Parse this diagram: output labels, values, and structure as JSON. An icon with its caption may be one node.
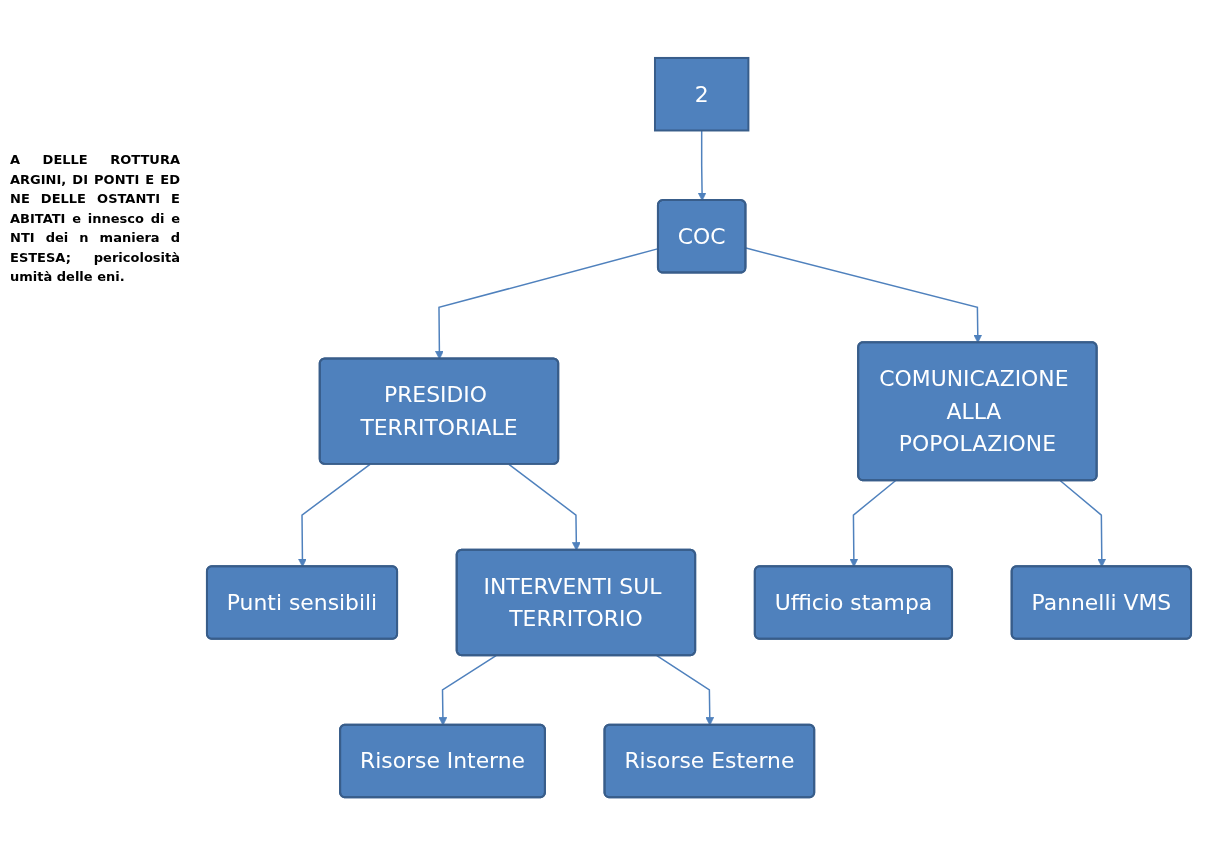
{
  "diagram": {
    "nodes": [
      {
        "text": [
          "2"
        ]
      },
      {
        "text": [
          "COC"
        ]
      },
      {
        "text": [
          "PRESIDIO TERRITORIALE"
        ]
      },
      {
        "text": [
          "COMUNICAZIONE ALLA POPOLAZIONE"
        ]
      },
      {
        "text": [
          "Punti sensibili"
        ]
      },
      {
        "text": [
          "INTERVENTI SUL TERRITORIO"
        ]
      },
      {
        "text": [
          "Ufficio stampa"
        ]
      },
      {
        "text": [
          "Pannelli VMS"
        ]
      },
      {
        "text": [
          "Risorse Interne"
        ]
      },
      {
        "text": [
          "Risorse Esterne"
        ]
      }
    ],
    "edges": [
      {
        "from": 0,
        "to": 1,
        "arrow": "to"
      },
      {
        "from": 1,
        "to": 2,
        "arrow": "to"
      },
      {
        "from": 1,
        "to": 3,
        "arrow": "to"
      },
      {
        "from": 2,
        "to": 4,
        "arrow": "to"
      },
      {
        "from": 2,
        "to": 5,
        "arrow": "to"
      },
      {
        "from": 3,
        "to": 7,
        "arrow": "to"
      },
      {
        "from": 3,
        "to": 6,
        "arrow": "to"
      },
      {
        "from": 5,
        "to": 8,
        "arrow": "to"
      },
      {
        "from": 5,
        "to": 9,
        "arrow": "to"
      }
    ],
    "labels": [
      "A DELLE ROTTURA ARGINI, DI PONTI E ED NE DELLE OSTANTI E ABITATI e innesco di e NTI dei n maniera d ESTESA; pericolosità umità delle eni."
    ]
  }
}
